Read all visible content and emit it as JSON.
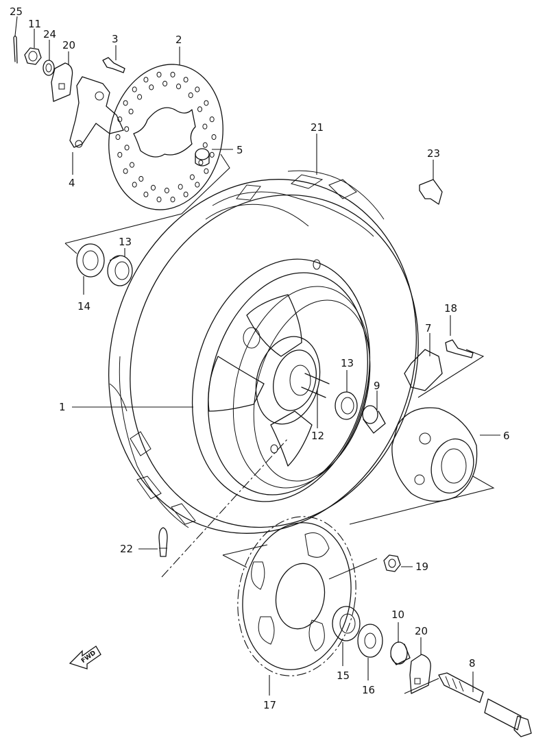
{
  "callouts": {
    "c1": "1",
    "c2": "2",
    "c3": "3",
    "c4": "4",
    "c5": "5",
    "c6": "6",
    "c7": "7",
    "c8": "8",
    "c9": "9",
    "c10": "10",
    "c11": "11",
    "c12": "12",
    "c13a": "13",
    "c13b": "13",
    "c14": "14",
    "c15": "15",
    "c16": "16",
    "c17": "17",
    "c18": "18",
    "c19": "19",
    "c20a": "20",
    "c20b": "20",
    "c21": "21",
    "c22": "22",
    "c23": "23",
    "c24": "24",
    "c25": "25"
  },
  "fwd_arrow": {
    "label": "FWD",
    "icon": "fwd-arrow-icon"
  }
}
